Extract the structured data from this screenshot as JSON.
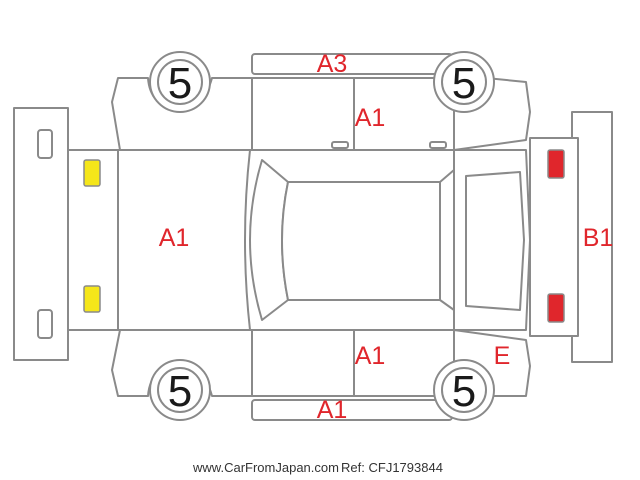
{
  "colors": {
    "outline": "#8a8a8a",
    "damage_code": "#e0262c",
    "lamp_front": "#f5e61a",
    "lamp_rear": "#e0262c"
  },
  "tires": {
    "front_left": "5",
    "rear_left": "5",
    "front_right": "5",
    "rear_right": "5"
  },
  "codes": {
    "roof_left_edge": "A3",
    "left_doors": "A1",
    "hood": "A1",
    "right_doors": "A1",
    "roof_right_edge": "A1",
    "rear_gate": "E",
    "rear_bumper": "B1"
  },
  "footer": {
    "site": "www.CarFromJapan.com",
    "ref": "Ref: CFJ1793844"
  }
}
